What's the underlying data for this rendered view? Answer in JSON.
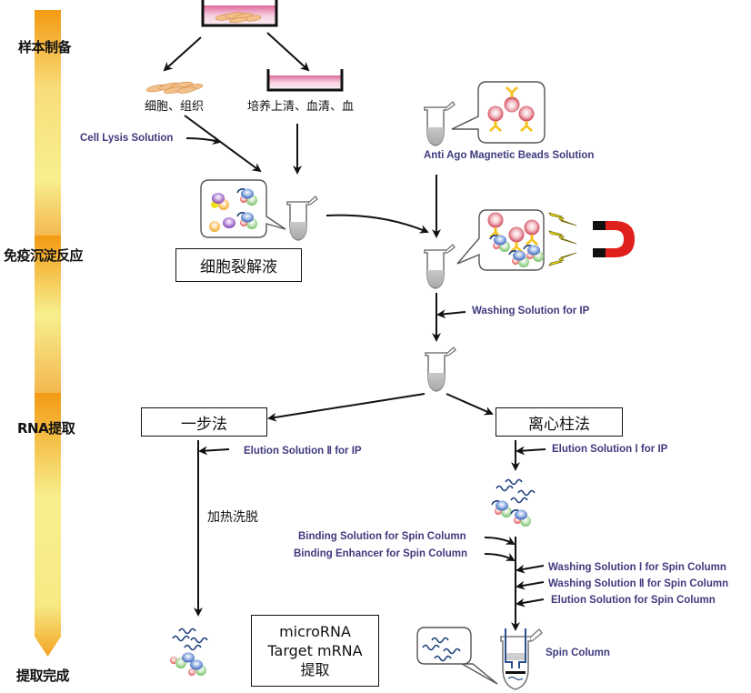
{
  "stages": [
    {
      "label": "样本制备"
    },
    {
      "label": "免疫沉淀反应"
    },
    {
      "label": "RNA提取"
    },
    {
      "label": "提取完成"
    }
  ],
  "samples": {
    "cells_label": "细胞、组织",
    "supernatant_label": "培养上清、血清、血"
  },
  "reagents": {
    "cell_lysis": "Cell Lysis Solution",
    "anti_ago_beads": "Anti Ago Magnetic Beads Solution",
    "washing_ip": "Washing Solution for IP",
    "elution_ii_ip": "Elution Solution Ⅱ for IP",
    "elution_i_ip": "Elution Solution Ⅰ  for IP",
    "binding_spin": "Binding Solution for Spin Column",
    "binding_enhancer_spin": "Binding Enhancer for Spin Column",
    "washing_i_spin": "Washing Solution Ⅰ  for Spin Column",
    "washing_ii_spin": "Washing Solution Ⅱ for Spin Column",
    "elution_spin": "Elution Solution for Spin Column",
    "spin_column": "Spin Column"
  },
  "boxes": {
    "lysate": "细胞裂解液",
    "one_step": "一步法",
    "spin_method": "离心柱法",
    "result_lines": [
      "microRNA",
      "Target mRNA",
      "提取"
    ]
  },
  "annotations": {
    "heat_elution": "加热洗脱"
  },
  "colors": {
    "reagent_text": "#3f3a7e",
    "bar_orange": "#f39a12",
    "bar_yellow": "#f7ef8e",
    "magnet_red": "#e0201c",
    "bolt_yellow": "#f8e81a",
    "bead_red": "#d9425a",
    "antibody_yellow": "#f5c21b",
    "rna_blue": "#1c3f7a"
  }
}
